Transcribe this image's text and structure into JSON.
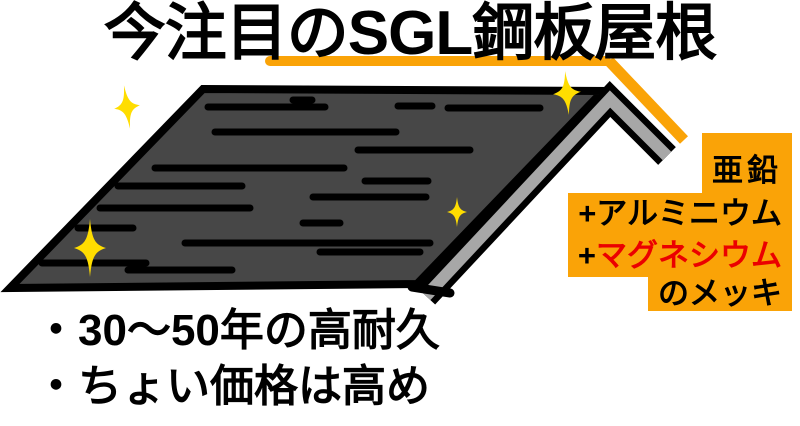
{
  "title": {
    "text": "今注目のSGL鋼板屋根"
  },
  "callout": {
    "line1": "亜鉛",
    "line2": {
      "prefix": "+",
      "text": "アルミニウム"
    },
    "line3": {
      "prefix": "+",
      "text": "マグネシウム"
    },
    "line4": "のメッキ"
  },
  "bullets": [
    "・30〜50年の高耐久",
    "・ちょい価格は高め"
  ],
  "colors": {
    "accent-orange": "#FAA307",
    "highlight-red": "#EB0000",
    "sparkle-yellow": "#FFDD00",
    "roof-dark": "#474747",
    "roof-edge-gray": "#A7A7A7",
    "outline-black": "#000000"
  }
}
